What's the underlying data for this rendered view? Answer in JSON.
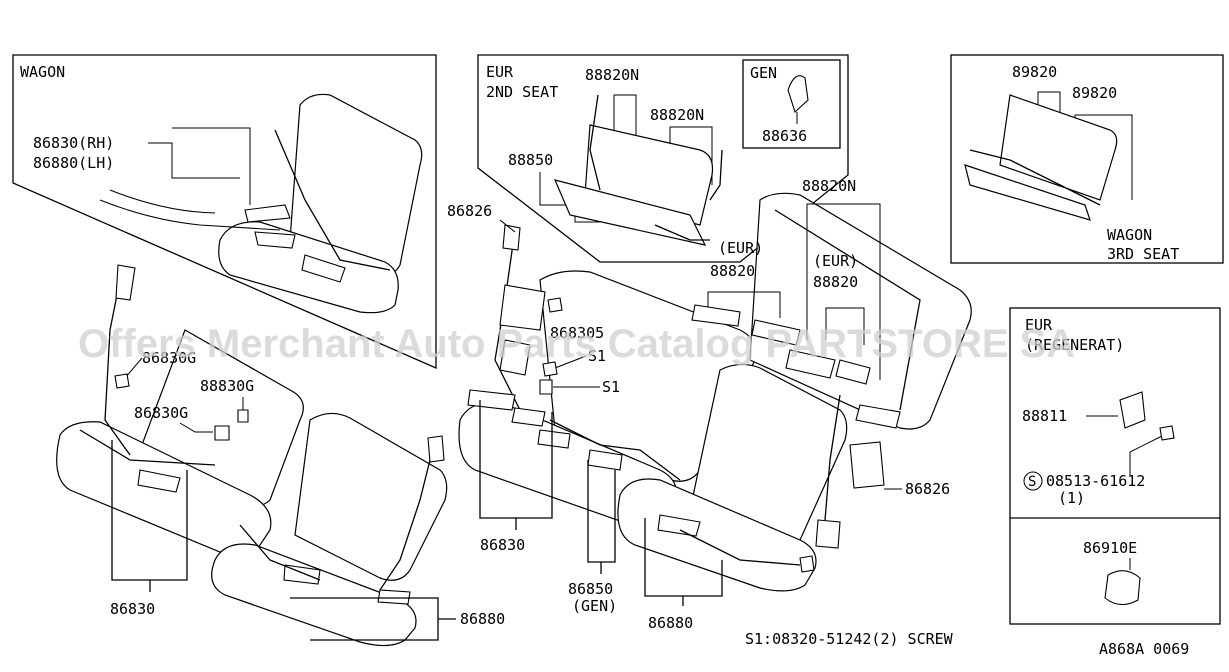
{
  "watermark": "Offers Merchant Auto Parts Catalog PARTSTORE SA",
  "panels": {
    "wagon_front": {
      "title": "WAGON",
      "labels": [
        "86830(RH)",
        "86880(LH)"
      ]
    },
    "eur_2nd_seat": {
      "title_line1": "EUR",
      "title_line2": "2ND SEAT",
      "labels": [
        "88820N",
        "88820N",
        "88850"
      ],
      "gen_inset": {
        "title": "GEN",
        "label": "88636"
      }
    },
    "wagon_3rd_seat": {
      "labels": [
        "89820",
        "89820"
      ],
      "title_line1": "WAGON",
      "title_line2": "3RD SEAT"
    },
    "eur_inset": {
      "title_line1": "EUR",
      "title_line2": "(REGENERAT)",
      "labels": [
        "88811",
        "08513-61612",
        "(1)",
        "86910E"
      ],
      "screw_symbol": "S"
    }
  },
  "callouts": {
    "left": [
      "86830G",
      "88830G",
      "86830G",
      "86830",
      "86880"
    ],
    "center": [
      "86826",
      "868305",
      "S1",
      "S1",
      "86830",
      "86850",
      "(GEN)",
      "86880"
    ],
    "right": [
      "88820N",
      "(EUR)",
      "(EUR)",
      "88820",
      "88820",
      "86826"
    ]
  },
  "footer": {
    "screw_note": "S1:08320-51242(2) SCREW",
    "diagram_code": "A868A 0069"
  },
  "colors": {
    "ink": "#000000",
    "paper": "#ffffff",
    "watermark": "#cfcfcf"
  }
}
